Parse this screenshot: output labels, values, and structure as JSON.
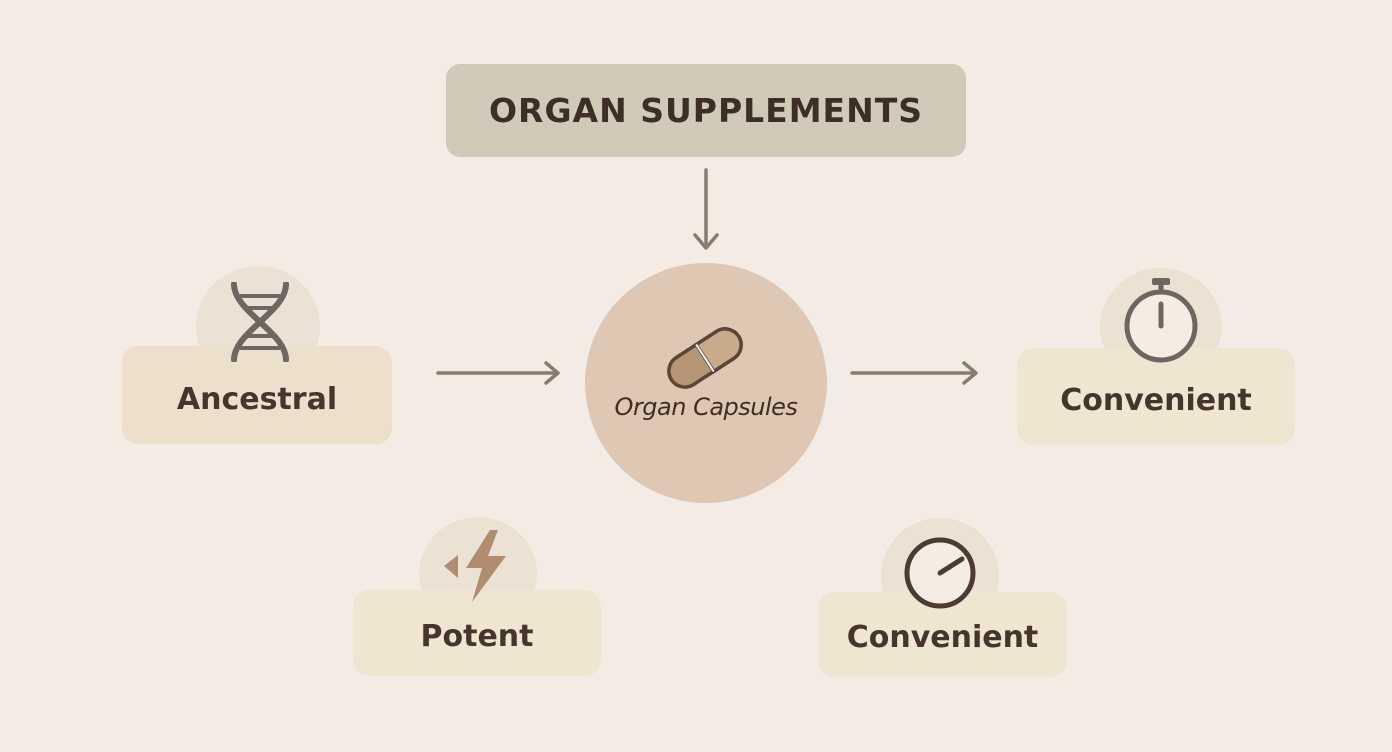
{
  "title": "ORGAN SUPPLEMENTS",
  "center": {
    "label": "Organ Capsules",
    "icon": "capsule-icon"
  },
  "nodes": {
    "ancestral": {
      "label": "Ancestral",
      "icon": "dna-icon"
    },
    "convenient_right": {
      "label": "Convenient",
      "icon": "stopwatch-icon"
    },
    "potent": {
      "label": "Potent",
      "icon": "lightning-icon"
    },
    "convenient_bottom": {
      "label": "Convenient",
      "icon": "clock-icon"
    }
  },
  "colors": {
    "background": "#f2ece5",
    "title_box": "#cfcbb8",
    "center_circle": "#dfc8b3",
    "card_ancestral": "#ecdfcc",
    "card_cream": "#efe6d1",
    "icon_stroke": "#6e6660",
    "accent_brown": "#b08d6e",
    "arrow": "#8a7b70"
  }
}
